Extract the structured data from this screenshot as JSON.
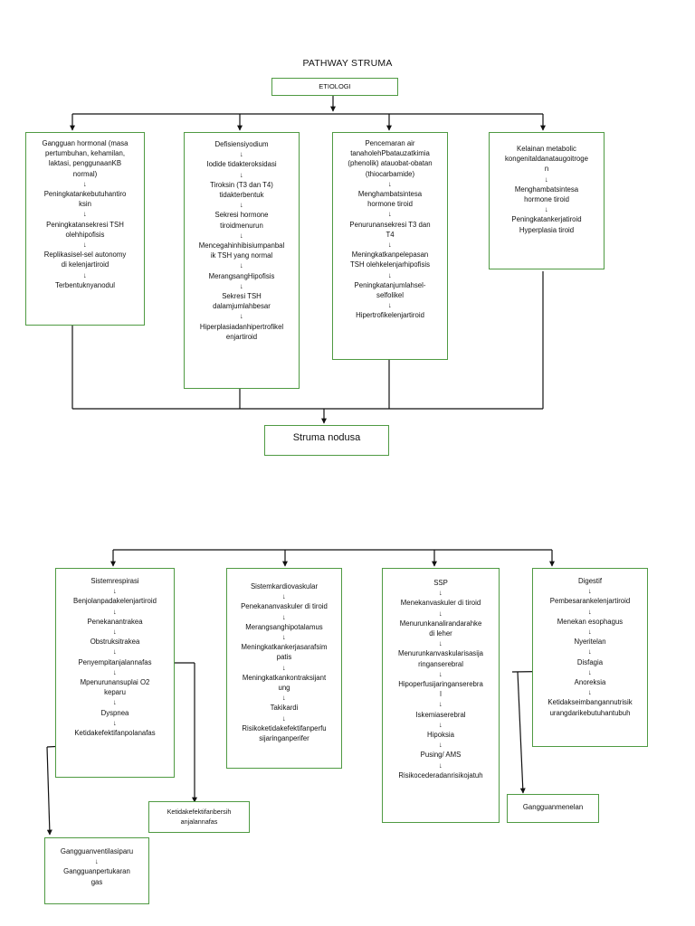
{
  "title": "PATHWAY STRUMA",
  "etiologi": "ETIOLOGI",
  "causes": [
    {
      "lines": [
        "Gangguan hormonal (masa",
        "pertumbuhan, kehamilan,",
        "laktasi, penggunaanKB",
        "normal)",
        "↓",
        "Peningkatankebutuhantiro",
        "ksin",
        "↓",
        "Peningkatansekresi TSH",
        "olehhipofisis",
        "↓",
        "Replikasisel-sel autonomy",
        "di kelenjartiroid",
        "↓",
        "Terbentuknyanodul"
      ]
    },
    {
      "lines": [
        "Defisiensiyodium",
        "↓",
        "Iodide tidakteroksidasi",
        "↓",
        "Tiroksin (T3 dan T4)",
        "tidakterbentuk",
        "↓",
        "Sekresi hormone",
        "tiroidmenurun",
        "↓",
        "Mencegahinhibisiumpanbal",
        "ik TSH yang normal",
        "↓",
        "MerangsangHipofisis",
        "↓",
        "Sekresi TSH",
        "dalamjumlahbesar",
        "↓",
        "Hiperplasiadanhipertrofikel",
        "enjartiroid"
      ]
    },
    {
      "lines": [
        "Pencemaran air",
        "tanaholehPbatauzatkimia",
        "(phenolik) atauobat-obatan",
        "(thiocarbamide)",
        "↓",
        "Menghambatsintesa",
        "hormone tiroid",
        "↓",
        "Penurunansekresi T3 dan",
        "T4",
        "↓",
        "Meningkatkanpelepasan",
        "TSH olehkelenjarhipofisis",
        "↓",
        "Peningkatanjumlahsel-",
        "selfolikel",
        "↓",
        "Hipertrofikelenjartiroid"
      ]
    },
    {
      "lines": [
        "Kelainan metabolic",
        "kongenitaldanataugoitroge",
        "n",
        "↓",
        "Menghambatsintesa",
        "hormone tiroid",
        "↓",
        "Peningkatankerjatiroid",
        "Hyperplasia tiroid"
      ]
    }
  ],
  "struma": "Struma nodusa",
  "systems": [
    {
      "lines": [
        "Sistemrespirasi",
        "↓",
        "Benjolanpadakelenjartiroid",
        "↓",
        "Penekanantrakea",
        "↓",
        "Obstruksitrakea",
        "↓",
        "Penyempitanjalannafas",
        "↓",
        "Mpenurunansuplai O2",
        "keparu",
        "↓",
        "Dyspnea",
        "↓",
        "Ketidakefektifanpolanafas"
      ]
    },
    {
      "lines": [
        "Sistemkardiovaskular",
        "↓",
        "Penekananvaskuler di tiroid",
        "↓",
        "Merangsanghipotalamus",
        "↓",
        "Meningkatkankerjasarafsim",
        "patis",
        "↓",
        "Meningkatkankontraksijant",
        "ung",
        "↓",
        "Takikardi",
        "↓",
        "Risikoketidakefektifanperfu",
        "sijaringanperifer"
      ]
    },
    {
      "lines": [
        "SSP",
        "↓",
        "Menekanvaskuler di tiroid",
        "↓",
        "Menurunkanaliran​darahke",
        "di leher",
        "↓",
        "Menurunkanvaskularisasija",
        "ringanserebral",
        "↓",
        "Hipoperfusijaringanserebra",
        "l",
        "↓",
        "Iskemiaserebral",
        "↓",
        "Hipoksia",
        "↓",
        "Pusing/ AMS",
        "↓",
        "Risikocederadanrisikojatuh"
      ]
    },
    {
      "lines": [
        "Digestif",
        "↓",
        "Pembesarankelenjartiroid",
        "↓",
        "Menekan esophagus",
        "↓",
        "Nyeritelan",
        "↓",
        "Disfagia",
        "↓",
        "Anoreksia",
        "↓",
        "Ketidakseimbangannutrisik",
        "urangdarikebutuhantubuh"
      ]
    }
  ],
  "outcomes": {
    "bersihan": [
      "Ketidakefektifanbersih",
      "anjalannafas"
    ],
    "ventilasi": [
      "Gangguanventilasiparu",
      "↓",
      "Gangguanpertukaran",
      "gas"
    ],
    "menelan": [
      "Gangguanmenelan"
    ]
  }
}
